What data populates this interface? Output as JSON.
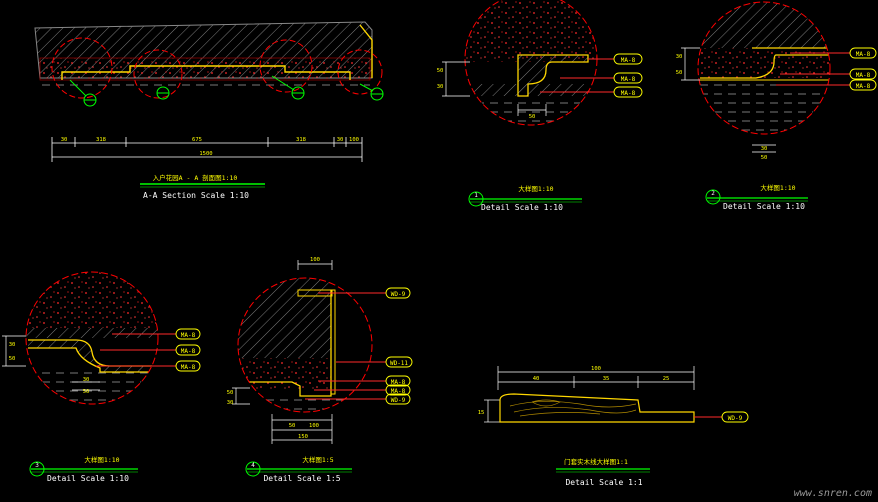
{
  "colors": {
    "background": "#000000",
    "red_circle": "#ff0000",
    "green_line": "#00ff00",
    "yellow_text": "#ffff00",
    "white_text": "#ffffff",
    "hatch_gray": "#8a8a8a",
    "tag_red": "#ff0000",
    "cyan": "#00ffff"
  },
  "section": {
    "title_cn": "入户花园A - A 剖面图1:10",
    "title_en": "A-A Section Scale 1:10",
    "dims": [
      "30",
      "318",
      "675",
      "318",
      "30",
      "100"
    ],
    "total": "1500"
  },
  "detail1": {
    "title_cn": "大样图1:10",
    "title_en": "Detail Scale 1:10",
    "num": "1",
    "tags": [
      "MA-8",
      "MA-8",
      "MA-8"
    ],
    "dims_v": [
      "50",
      "30"
    ],
    "dims_h": [
      "50"
    ]
  },
  "detail2": {
    "title_cn": "大样图1:10",
    "title_en": "Detail Scale 1:10",
    "num": "2",
    "tags": [
      "MA-8",
      "MA-8",
      "MA-8"
    ],
    "dims_v": [
      "30",
      "50"
    ],
    "dims_h": [
      "30",
      "50"
    ]
  },
  "detail3": {
    "title_cn": "大样图1:10",
    "title_en": "Detail Scale 1:10",
    "num": "3",
    "tags": [
      "MA-8",
      "MA-8",
      "MA-8"
    ],
    "dims_v": [
      "30",
      "50"
    ],
    "dims_h": [
      "30",
      "50"
    ]
  },
  "detail4": {
    "title_cn": "大样图1:5",
    "title_en": "Detail Scale 1:5",
    "num": "4",
    "tags": [
      "WD-9",
      "WD-11",
      "MA-8",
      "MA-8",
      "WD-9"
    ],
    "dims_top": [
      "100"
    ],
    "dims_v": [
      "50",
      "30"
    ],
    "dims_h": [
      "50",
      "100"
    ],
    "total": "150"
  },
  "detail5": {
    "title_cn": "门套实木线大样图1:1",
    "title_en": "Detail Scale 1:1",
    "tags": [
      "WD-9"
    ],
    "dims": [
      "40",
      "35",
      "25"
    ],
    "total": "100",
    "dims_v": [
      "15"
    ]
  },
  "watermark": "www.snren.com"
}
